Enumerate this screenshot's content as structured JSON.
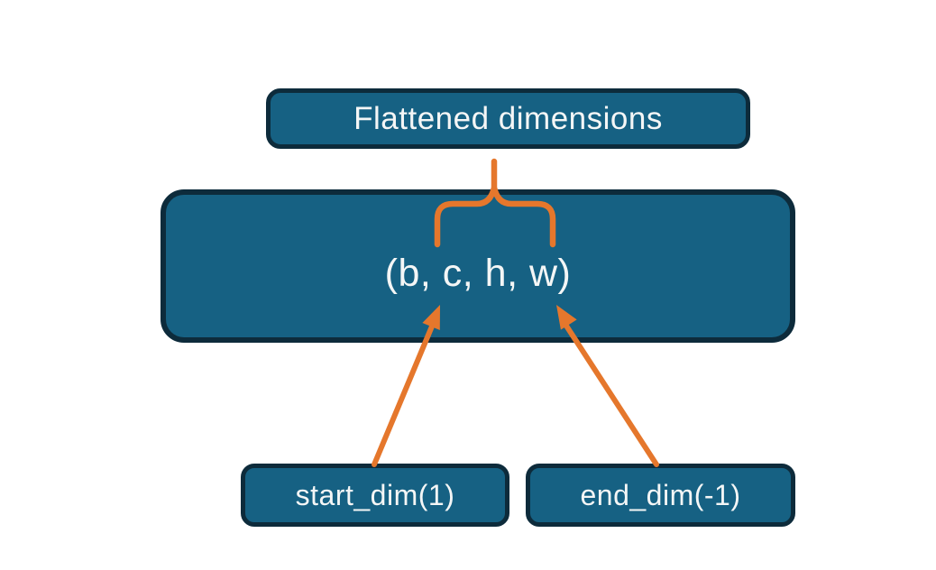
{
  "diagram": {
    "flattened_label": "Flattened dimensions",
    "tensor_label": "(b, c, h, w)",
    "start_dim_label": "start_dim(1)",
    "end_dim_label": "end_dim(-1)"
  },
  "colors": {
    "background": "#FFFFFF",
    "box_fill": "#166183",
    "box_border": "#0D2B3B",
    "label_text": "#F4F6F6",
    "accent": "#E5772C"
  }
}
